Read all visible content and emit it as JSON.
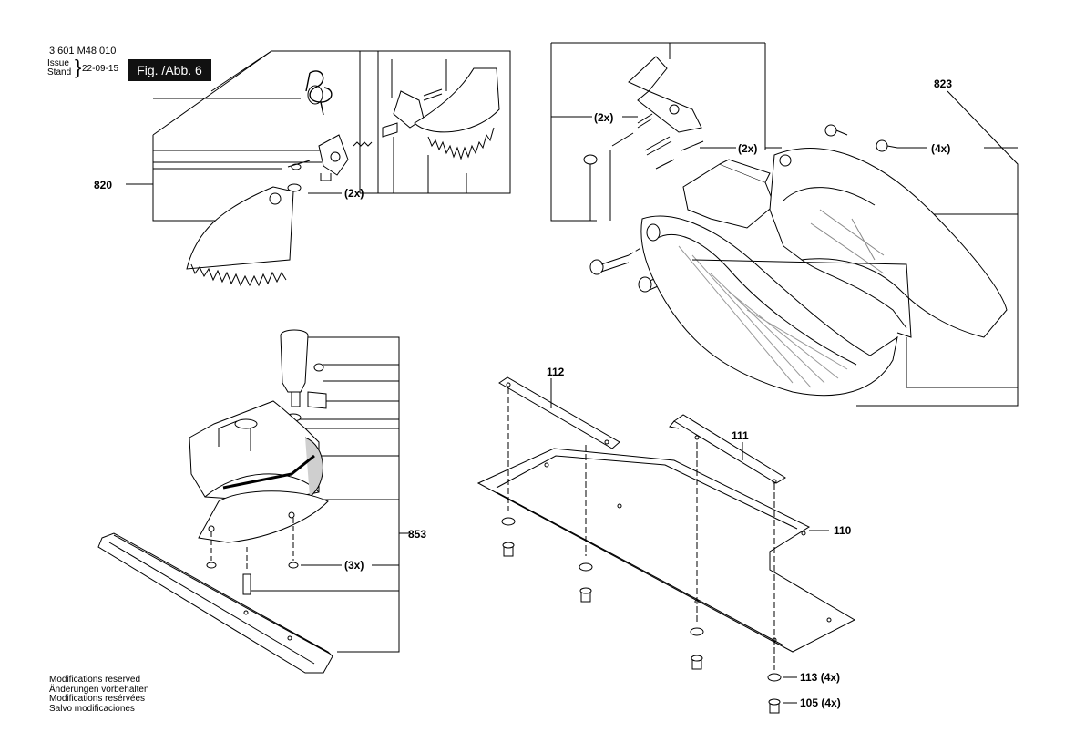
{
  "header": {
    "doc_number": "3 601 M48 010",
    "issue_label": "Issue",
    "stand_label": "Stand",
    "issue_date": "22-09-15",
    "figure_badge": "Fig. /Abb. 6"
  },
  "callouts": {
    "c820": "820",
    "c823": "823",
    "c853": "853",
    "c110": "110",
    "c111": "111",
    "c112": "112",
    "c113": "113 (4x)",
    "c105": "105 (4x)",
    "qty_2x": "(2x)",
    "qty_4x": "(4x)",
    "qty_3x": "(3x)"
  },
  "footer": {
    "lines": [
      "Modifications reserved",
      "Änderungen vorbehalten",
      "Modifications resérvées",
      "Salvo modificaciones"
    ]
  },
  "colors": {
    "ink": "#000000",
    "fill": "#ffffff",
    "shade": "#cfcfcf"
  }
}
